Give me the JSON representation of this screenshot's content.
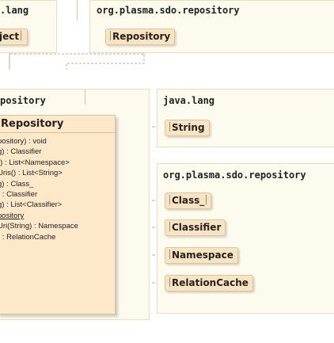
{
  "packages": {
    "lang_fragment": ".lang",
    "repo_top": "org.plasma.sdo.repository",
    "repo_left": "pository",
    "java_lang": "java.lang",
    "repo_right": "org.plasma.sdo.repository"
  },
  "top_classes": {
    "object_fragment": "ject",
    "repository": "Repository"
  },
  "main_class": {
    "name": "Repository",
    "operations": [
      "pository) : void",
      "g) : Classifier",
      "() : List<Namespace>",
      "Uris() : List<String>",
      "g) : Class_",
      ") : Classifier",
      "g) : List<Classifier>",
      "pository",
      "Uri(String) : Namespace",
      ") : RelationCache"
    ]
  },
  "dependency_targets": {
    "string": "String",
    "class_": "Class_",
    "classifier": "Classifier",
    "namespace": "Namespace",
    "relation_cache": "RelationCache"
  }
}
